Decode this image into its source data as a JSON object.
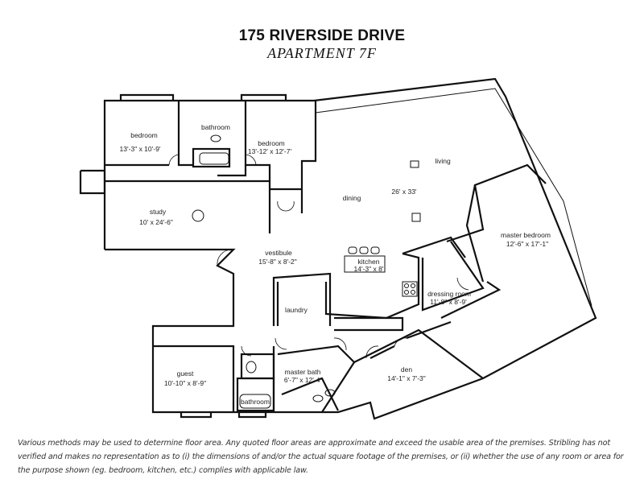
{
  "header": {
    "title": "175 RIVERSIDE DRIVE",
    "subtitle": "APARTMENT 7F"
  },
  "rooms": {
    "bedroom1": {
      "name": "bedroom",
      "dims": "13'-3\" x 10'-9'"
    },
    "bathroom1": {
      "name": "bathroom"
    },
    "bedroom2": {
      "name": "bedroom",
      "dims": "13'-12' x 12'-7'"
    },
    "study": {
      "name": "study",
      "dims": "10' x 24'-6\""
    },
    "living": {
      "name": "living"
    },
    "dining": {
      "name": "dining",
      "dims": "26' x 33'"
    },
    "master_bedroom": {
      "name": "master bedroom",
      "dims": "12'-6\" x 17'-1\""
    },
    "vestibule": {
      "name": "vestibule",
      "dims": "15'-8\" x 8'-2\""
    },
    "kitchen": {
      "name": "kitchen",
      "dims": "14'-3\" x 8'"
    },
    "laundry": {
      "name": "laundry"
    },
    "dressing_room": {
      "name": "dressing room",
      "dims": "11'-8\" x 8'-9'"
    },
    "den": {
      "name": "den",
      "dims": "14'-1\" x 7'-3\""
    },
    "master_bath": {
      "name": "master bath",
      "dims": "6'-7\" x 12'-4'"
    },
    "guest": {
      "name": "guest",
      "dims": "10'-10\" x 8'-9\""
    },
    "bathroom2": {
      "name": "bathroom"
    }
  },
  "disclaimer": "Various methods may be used to determine floor area. Any quoted floor areas are approximate and exceed the usable area of the premises. Stribling has not verified and makes no representation as to (i) the dimensions of and/or the actual square footage of the premises, or (ii) whether the use of any room or area for the purpose shown (eg. bedroom, kitchen, etc.) complies with applicable law."
}
